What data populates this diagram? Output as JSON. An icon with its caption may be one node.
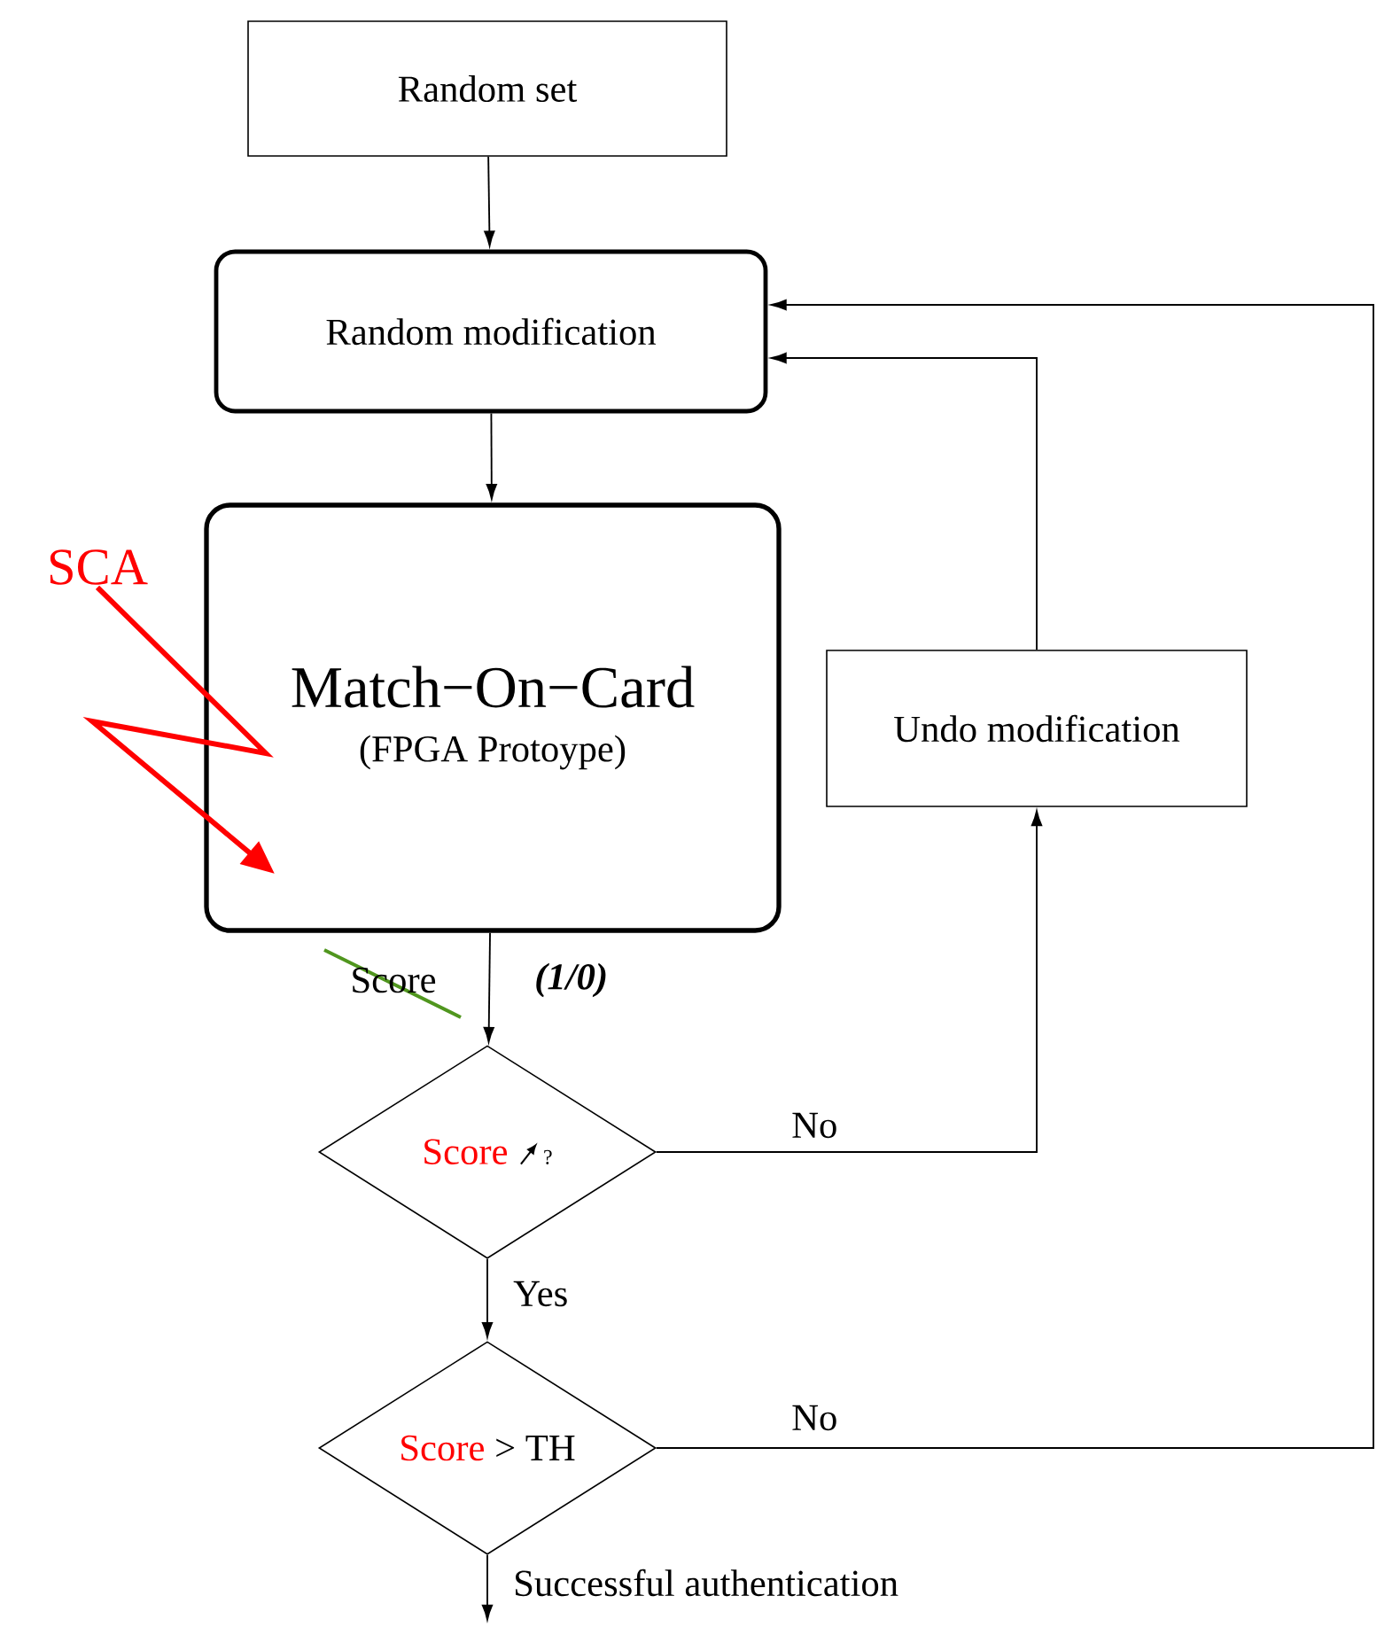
{
  "diagram": {
    "nodes": [
      {
        "text": [
          "Random set"
        ]
      },
      {
        "text": [
          "Random modification"
        ]
      },
      {
        "text": [
          "Match−On−Card",
          "(FPGA Protoype)"
        ]
      },
      {
        "text": [
          "Undo modification"
        ]
      },
      {
        "text": [
          "Score",
          "?"
        ]
      },
      {
        "text": [
          "Score",
          "> TH"
        ]
      },
      {
        "text": [
          "SCA"
        ]
      }
    ],
    "edges": [
      {
        "from": 0,
        "to": 1,
        "arrow": "to"
      },
      {
        "from": 1,
        "to": 2,
        "arrow": "to"
      },
      {
        "from": 2,
        "to": 4,
        "arrow": "to",
        "label": "(1/0)"
      },
      {
        "from": 4,
        "to": 3,
        "arrow": "to",
        "label": "No"
      },
      {
        "from": 3,
        "to": 1,
        "arrow": "to"
      },
      {
        "from": 4,
        "to": 5,
        "arrow": "to",
        "label": "Yes"
      },
      {
        "from": 5,
        "to": 1,
        "arrow": "to",
        "label": "No"
      },
      {
        "from": 5,
        "to": null,
        "arrow": "to",
        "label": "Successful authentication"
      },
      {
        "from": 6,
        "to": 2,
        "arrow": "to",
        "style": "thick",
        "color": "#ff0000"
      }
    ],
    "labels": [
      "Score"
    ]
  }
}
